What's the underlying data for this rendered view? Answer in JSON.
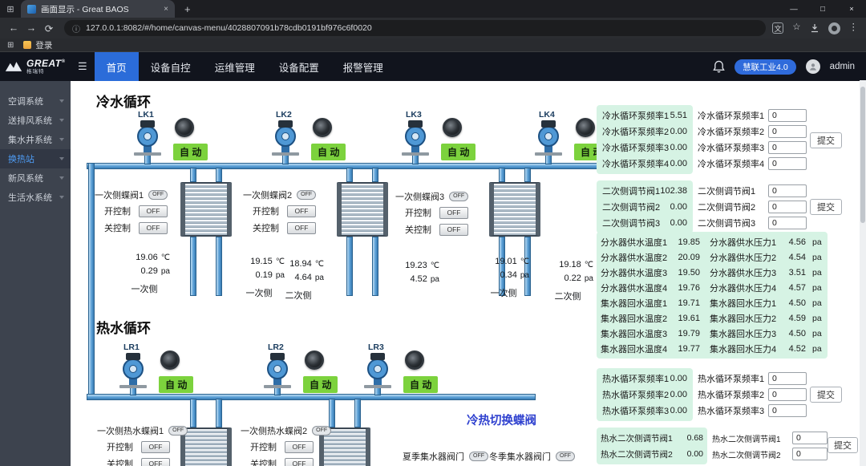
{
  "icons": {
    "apps": "⊞",
    "back": "←",
    "forward": "→",
    "refresh": "⟳",
    "info": "ⓘ",
    "translate": "文",
    "star": "☆",
    "menu": "⋮",
    "close": "×",
    "maximize": "□",
    "minimize": "—",
    "new_tab": "+",
    "collapse": "☰"
  },
  "browser": {
    "tab_title": "画面显示 - Great BAOS",
    "url": "127.0.0.1:8082/#/home/canvas-menu/4028807091b78cdb0191bf976c6f0020",
    "bookmark_label": "登录"
  },
  "header": {
    "logo_text": "GREAT",
    "logo_sup": "®",
    "logo_sub": "格瑞特",
    "nav": [
      {
        "label": "首页",
        "active": true
      },
      {
        "label": "设备自控"
      },
      {
        "label": "运维管理"
      },
      {
        "label": "设备配置"
      },
      {
        "label": "报警管理"
      }
    ],
    "badge": "慧联工业4.0",
    "user": "admin"
  },
  "sidebar": [
    {
      "label": "空调系统"
    },
    {
      "label": "送排风系统"
    },
    {
      "label": "集水井系统"
    },
    {
      "label": "换热站",
      "active": true
    },
    {
      "label": "新风系统"
    },
    {
      "label": "生活水系统"
    }
  ],
  "scada": {
    "cold_title": "冷水循环",
    "hot_title": "热水循环",
    "auto_label": "自 动",
    "off_label": "OFF",
    "open_label": "开控制",
    "close_label": "关控制",
    "temp_unit": "℃",
    "pressure_unit": "pa",
    "switch_valve_label": "冷热切换蝶阀",
    "summer_valve_label": "夏季集水器阀门",
    "winter_valve_label": "冬季集水器阀门",
    "cold_pumps": [
      "LK1",
      "LK2",
      "LK3",
      "LK4"
    ],
    "hot_pumps": [
      "LR1",
      "LR2",
      "LR3"
    ],
    "valve_groups": [
      {
        "label": "一次侧蝶阀1"
      },
      {
        "label": "一次侧蝶阀2"
      },
      {
        "label": "一次侧蝶阀3"
      },
      {
        "label": "一次侧热水蝶阀1"
      },
      {
        "label": "一次侧热水蝶阀2"
      }
    ],
    "cold_readings": [
      {
        "temp": "19.06",
        "pressure": "0.29",
        "side": "一次侧"
      },
      {
        "temp": "19.15",
        "pressure": "0.19",
        "side": "一次侧"
      },
      {
        "temp": "18.94",
        "pressure": "4.64",
        "side": "二次侧"
      },
      {
        "temp": "19.23",
        "pressure": "4.52"
      },
      {
        "temp": "19.01",
        "pressure": "0.34",
        "side": "一次侧"
      },
      {
        "temp": "19.18",
        "pressure": "0.22",
        "side": "二次侧"
      }
    ]
  },
  "panel": {
    "submit_label": "提交",
    "cold_pump_freq": {
      "values": [
        {
          "label": "冷水循环泵频率1",
          "value": "5.51"
        },
        {
          "label": "冷水循环泵频率2",
          "value": "0.00"
        },
        {
          "label": "冷水循环泵频率3",
          "value": "0.00"
        },
        {
          "label": "冷水循环泵频率4",
          "value": "0.00"
        }
      ],
      "setpoints": [
        {
          "label": "冷水循环泵频率1",
          "value": "0"
        },
        {
          "label": "冷水循环泵频率2",
          "value": "0"
        },
        {
          "label": "冷水循环泵频率3",
          "value": "0"
        },
        {
          "label": "冷水循环泵频率4",
          "value": "0"
        }
      ]
    },
    "secondary_valve": {
      "values": [
        {
          "label": "二次侧调节阀1",
          "value": "102.38"
        },
        {
          "label": "二次侧调节阀2",
          "value": "0.00"
        },
        {
          "label": "二次侧调节阀3",
          "value": "0.00"
        }
      ],
      "setpoints": [
        {
          "label": "二次侧调节阀1",
          "value": "0"
        },
        {
          "label": "二次侧调节阀2",
          "value": "0"
        },
        {
          "label": "二次侧调节阀3",
          "value": "0"
        }
      ]
    },
    "supply": [
      {
        "t_label": "分水器供水温度1",
        "t_value": "19.85",
        "p_label": "分水器供水压力1",
        "p_value": "4.56",
        "unit": "pa"
      },
      {
        "t_label": "分水器供水温度2",
        "t_value": "20.09",
        "p_label": "分水器供水压力2",
        "p_value": "4.54",
        "unit": "pa"
      },
      {
        "t_label": "分水器供水温度3",
        "t_value": "19.50",
        "p_label": "分水器供水压力3",
        "p_value": "3.51",
        "unit": "pa"
      },
      {
        "t_label": "分水器供水温度4",
        "t_value": "19.76",
        "p_label": "分水器供水压力4",
        "p_value": "4.57",
        "unit": "pa"
      }
    ],
    "return": [
      {
        "t_label": "集水器回水温度1",
        "t_value": "19.71",
        "p_label": "集水器回水压力1",
        "p_value": "4.50",
        "unit": "pa"
      },
      {
        "t_label": "集水器回水温度2",
        "t_value": "19.61",
        "p_label": "集水器回水压力2",
        "p_value": "4.59",
        "unit": "pa"
      },
      {
        "t_label": "集水器回水温度3",
        "t_value": "19.79",
        "p_label": "集水器回水压力3",
        "p_value": "4.50",
        "unit": "pa"
      },
      {
        "t_label": "集水器回水温度4",
        "t_value": "19.77",
        "p_label": "集水器回水压力4",
        "p_value": "4.52",
        "unit": "pa"
      }
    ],
    "hot_pump_freq": {
      "values": [
        {
          "label": "热水循环泵频率1",
          "value": "0.00"
        },
        {
          "label": "热水循环泵频率2",
          "value": "0.00"
        },
        {
          "label": "热水循环泵频率3",
          "value": "0.00"
        }
      ],
      "setpoints": [
        {
          "label": "热水循环泵频率1",
          "value": "0"
        },
        {
          "label": "热水循环泵频率2",
          "value": "0"
        },
        {
          "label": "热水循环泵频率3",
          "value": "0"
        }
      ]
    },
    "hot_secondary_valve": {
      "values": [
        {
          "label": "热水二次侧调节阀1",
          "value": "0.68"
        },
        {
          "label": "热水二次侧调节阀2",
          "value": "0.00"
        }
      ],
      "setpoints": [
        {
          "label": "热水二次侧调节阀1",
          "value": "0"
        },
        {
          "label": "热水二次侧调节阀2",
          "value": "0"
        }
      ]
    }
  }
}
